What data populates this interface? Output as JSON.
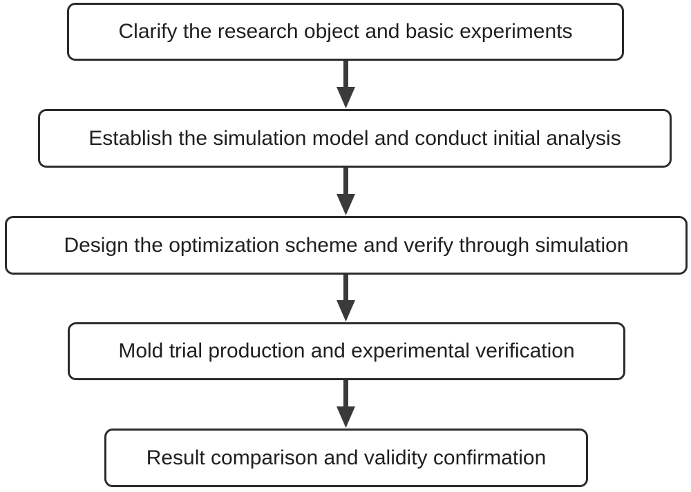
{
  "flowchart": {
    "steps": [
      "Clarify the research object and basic experiments",
      "Establish the simulation model and conduct initial analysis",
      "Design the optimization scheme and verify through simulation",
      "Mold trial production and experimental verification",
      "Result comparison and validity confirmation"
    ]
  },
  "colors": {
    "box_border": "#2b2b2b",
    "arrow": "#3a3a3a",
    "text": "#1f1f1f",
    "background": "#ffffff"
  }
}
